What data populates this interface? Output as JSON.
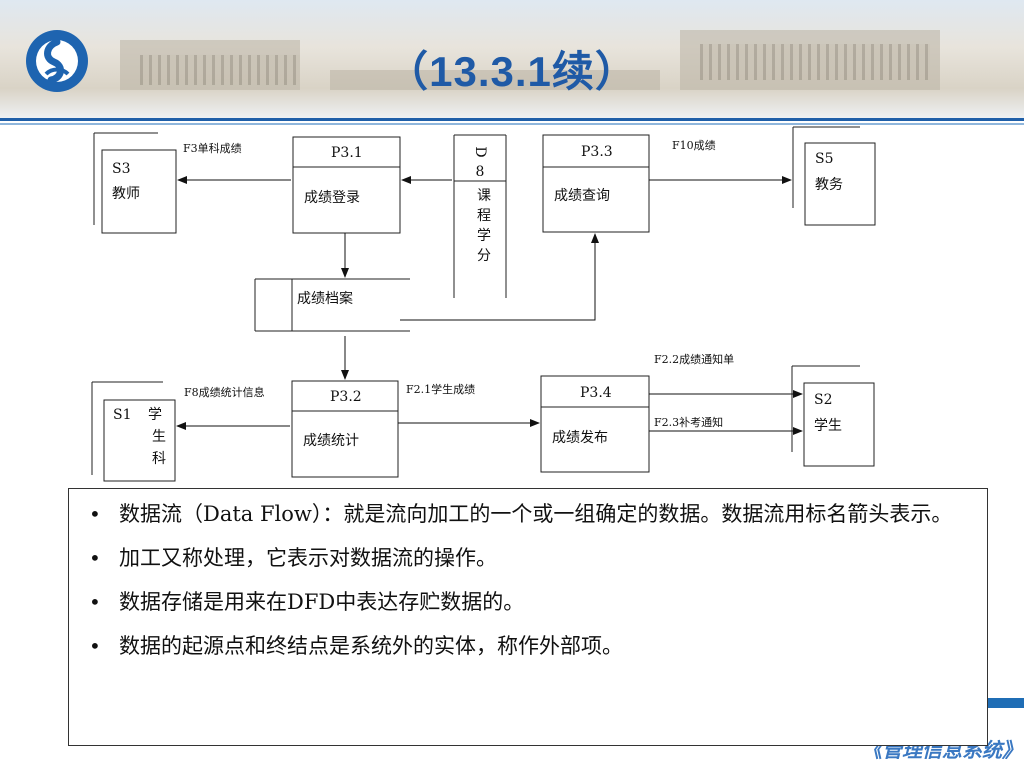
{
  "slide": {
    "title": "（13.3.1续）",
    "footer": "《管理信息系统》"
  },
  "diagram": {
    "external_entities": [
      {
        "id": "S3",
        "code": "S3",
        "name": "教师"
      },
      {
        "id": "S5",
        "code": "S5",
        "name": "教务"
      },
      {
        "id": "S1",
        "code": "S1",
        "name_chars": [
          "学",
          "生",
          "科"
        ]
      },
      {
        "id": "S2",
        "code": "S2",
        "name": "学生"
      }
    ],
    "processes": [
      {
        "id": "P3.1",
        "name": "成绩登录"
      },
      {
        "id": "P3.3",
        "name": "成绩查询"
      },
      {
        "id": "P3.2",
        "name": "成绩统计"
      },
      {
        "id": "P3.4",
        "name": "成绩发布"
      }
    ],
    "data_stores": [
      {
        "code_chars": [
          "D",
          "8"
        ],
        "name_chars": [
          "课",
          "程",
          "学",
          "分"
        ]
      },
      {
        "name": "成绩档案"
      }
    ],
    "data_flows": [
      {
        "label": "F3单科成绩"
      },
      {
        "label": "F10成绩"
      },
      {
        "label": "F2.2成绩通知单"
      },
      {
        "label": "F8成绩统计信息"
      },
      {
        "label": "F2.1学生成绩"
      },
      {
        "label": "F2.3补考通知"
      }
    ]
  },
  "notes": [
    {
      "text": " 数据流（Data Flow）：就是流向加工的一个或一组确定的数据。数据流用标名箭头表示。"
    },
    {
      "text": "加工又称处理，它表示对数据流的操作。"
    },
    {
      "text": "数据存储是用来在DFD中表达存贮数据的。"
    },
    {
      "text": "数据的起源点和终结点是系统外的实体，称作外部项。"
    }
  ],
  "bullet_char": "•",
  "colors": {
    "title": "#1f5aa6",
    "accent": "#1f6db5",
    "logo": "#1e64b0"
  }
}
